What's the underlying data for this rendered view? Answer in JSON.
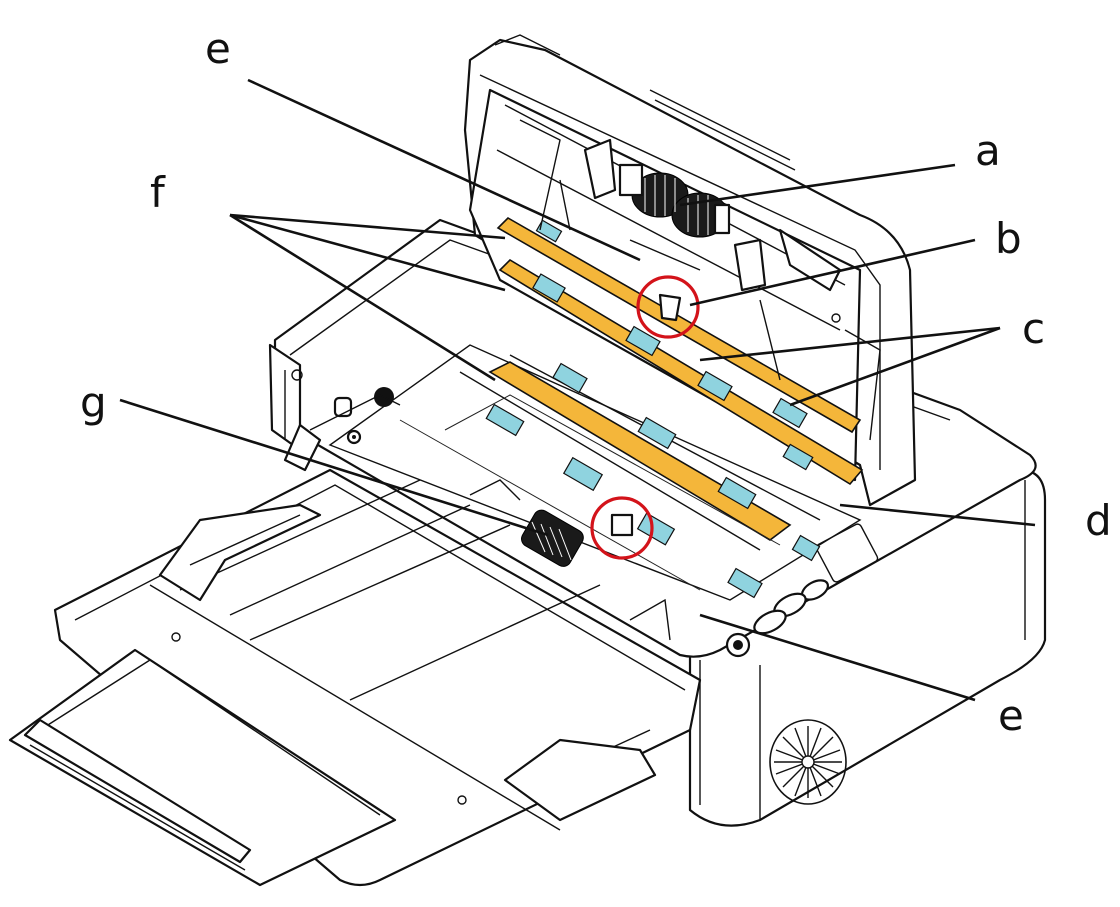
{
  "labels": {
    "a": "a",
    "b": "b",
    "c": "c",
    "d": "d",
    "e_top": "e",
    "e_bottom": "e",
    "f": "f",
    "g": "g"
  },
  "colors": {
    "glass_strip": "#f4b63a",
    "sensor_pad": "#8fd3df",
    "highlight_ring": "#d3131a",
    "outline": "#111111"
  }
}
